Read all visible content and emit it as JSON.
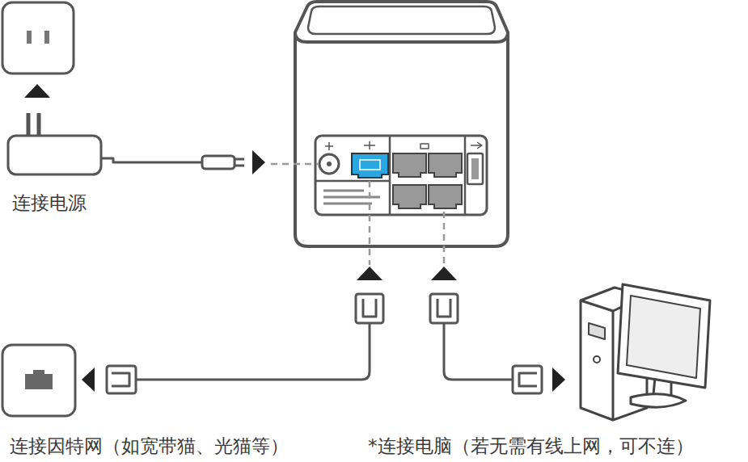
{
  "diagram": {
    "labels": [
      "连接电源",
      "连接因特网（如宽带猫、光猫等）",
      "*连接电脑（若无需有线上网，可不连）"
    ]
  }
}
